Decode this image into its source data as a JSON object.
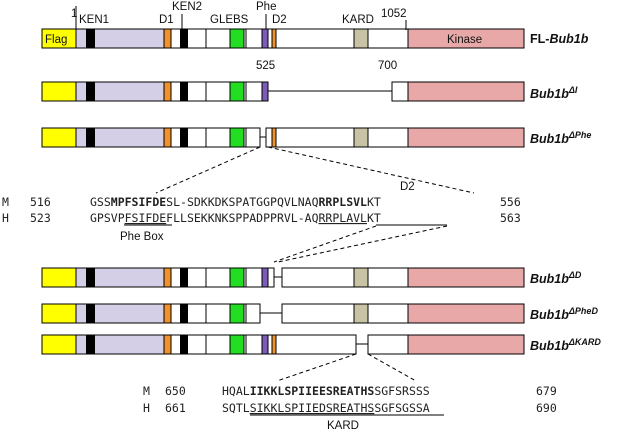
{
  "positions": {
    "start": "1",
    "end": "1052",
    "cut_a": "525",
    "cut_b": "700"
  },
  "domain_labels": {
    "flag": "Flag",
    "ken1": "KEN1",
    "ken2": "KEN2",
    "d1": "D1",
    "glebs": "GLEBS",
    "phe": "Phe",
    "d2": "D2",
    "kard": "KARD",
    "kinase": "Kinase"
  },
  "constructs": {
    "fl": {
      "prefix": "FL-",
      "name": "Bub1b",
      "sup": ""
    },
    "di": {
      "prefix": "",
      "name": "Bub1b",
      "sup": "ΔI"
    },
    "dphe": {
      "prefix": "",
      "name": "Bub1b",
      "sup": "ΔPhe"
    },
    "dd": {
      "prefix": "",
      "name": "Bub1b",
      "sup": "ΔD"
    },
    "dphed": {
      "prefix": "",
      "name": "Bub1b",
      "sup": "ΔPheD"
    },
    "dkard": {
      "prefix": "",
      "name": "Bub1b",
      "sup": "ΔKARD"
    }
  },
  "alignment1": {
    "m": {
      "sp": "M",
      "start": "516",
      "pre": "GSS",
      "b1": "MPFSIFDE",
      "mid": "SL-SDKKDKSPATGGPQVLNAQ",
      "b2": "RRPLSVL",
      "post": "KT",
      "end": "556"
    },
    "h": {
      "sp": "H",
      "start": "523",
      "pre": "GPSVP",
      "u1": "FSIFDE",
      "mid": "FLLSEKKNKSPPADPPRVL-AQ",
      "u2": "RRPLAVL",
      "post": "KT",
      "end": "563"
    },
    "motif_d2": "D2",
    "motif_phe": "Phe Box"
  },
  "alignment2": {
    "m": {
      "sp": "M",
      "start": "650",
      "pre": "HQAL",
      "b": "IIKKLSPIIEESREATHS",
      "post": "SGFSRSSS",
      "end": "679"
    },
    "h": {
      "sp": "H",
      "start": "661",
      "pre": "SQTL",
      "u": "SIKKLSPIIEDSREATHS",
      "post": "SGFSGSSA",
      "end": "690"
    },
    "motif": "KARD"
  },
  "colors": {
    "flag": "#ffff00",
    "n_term": "#d4cfe6",
    "ken": "#000000",
    "d_box": "#f0922b",
    "glebs": "#22dd22",
    "phe": "#7b5cb8",
    "kard": "#c8c3a4",
    "kinase": "#e8a8a8"
  }
}
